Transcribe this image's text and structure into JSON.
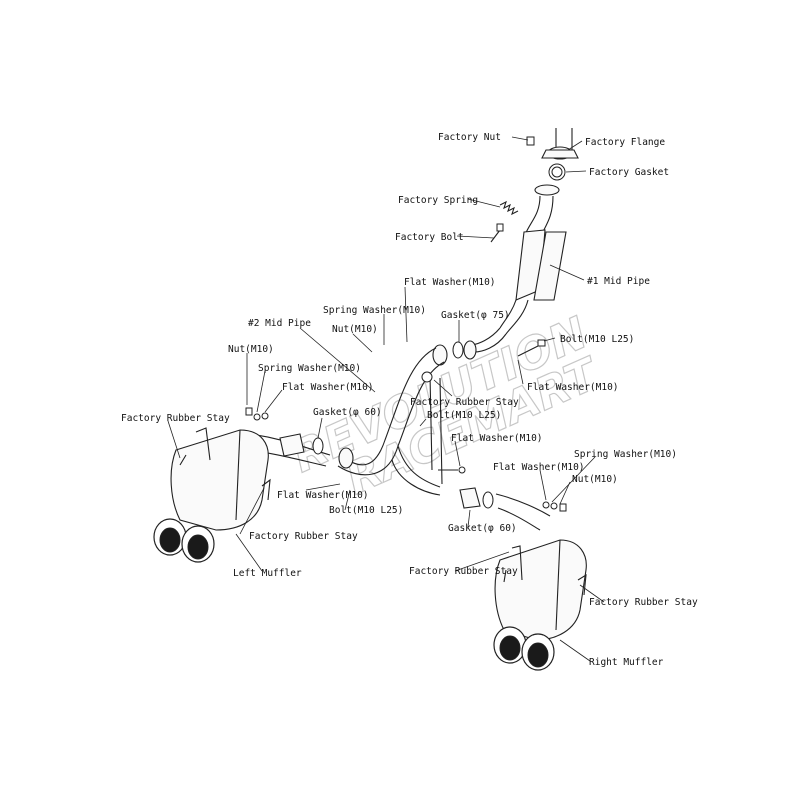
{
  "labels": {
    "factory_nut": "Factory Nut",
    "factory_flange": "Factory Flange",
    "factory_gasket": "Factory Gasket",
    "factory_spring": "Factory Spring",
    "factory_bolt": "Factory Bolt",
    "mid_pipe_1": "#1 Mid Pipe",
    "flat_washer_top": "Flat Washer(M10)",
    "spring_washer_top": "Spring Washer(M10)",
    "nut_top": "Nut(M10)",
    "mid_pipe_2": "#2 Mid Pipe",
    "gasket_75": "Gasket(φ 75)",
    "bolt_top": "Bolt(M10 L25)",
    "flat_washer_right_upper": "Flat Washer(M10)",
    "factory_rubber_stay_center": "Factory Rubber Stay",
    "nut_left": "Nut(M10)",
    "spring_washer_left": "Spring Washer(M10)",
    "flat_washer_left": "Flat Washer(M10)",
    "bolt_center": "Bolt(M10 L25)",
    "gasket_60_left": "Gasket(φ 60)",
    "factory_rubber_stay_left": "Factory Rubber Stay",
    "flat_washer_center": "Flat Washer(M10)",
    "spring_washer_right": "Spring Washer(M10)",
    "flat_washer_right": "Flat Washer(M10)",
    "nut_right": "Nut(M10)",
    "flat_washer_left_lower": "Flat Washer(M10)",
    "bolt_left_lower": "Bolt(M10 L25)",
    "factory_rubber_stay_left_lower": "Factory Rubber Stay",
    "gasket_60_right": "Gasket(φ 60)",
    "left_muffler": "Left Muffler",
    "factory_rubber_stay_right_left": "Factory Rubber Stay",
    "factory_rubber_stay_right": "Factory Rubber Stay",
    "right_muffler": "Right Muffler"
  },
  "watermark": {
    "line1": "REVOLUTION",
    "line2": "RACEMART"
  }
}
